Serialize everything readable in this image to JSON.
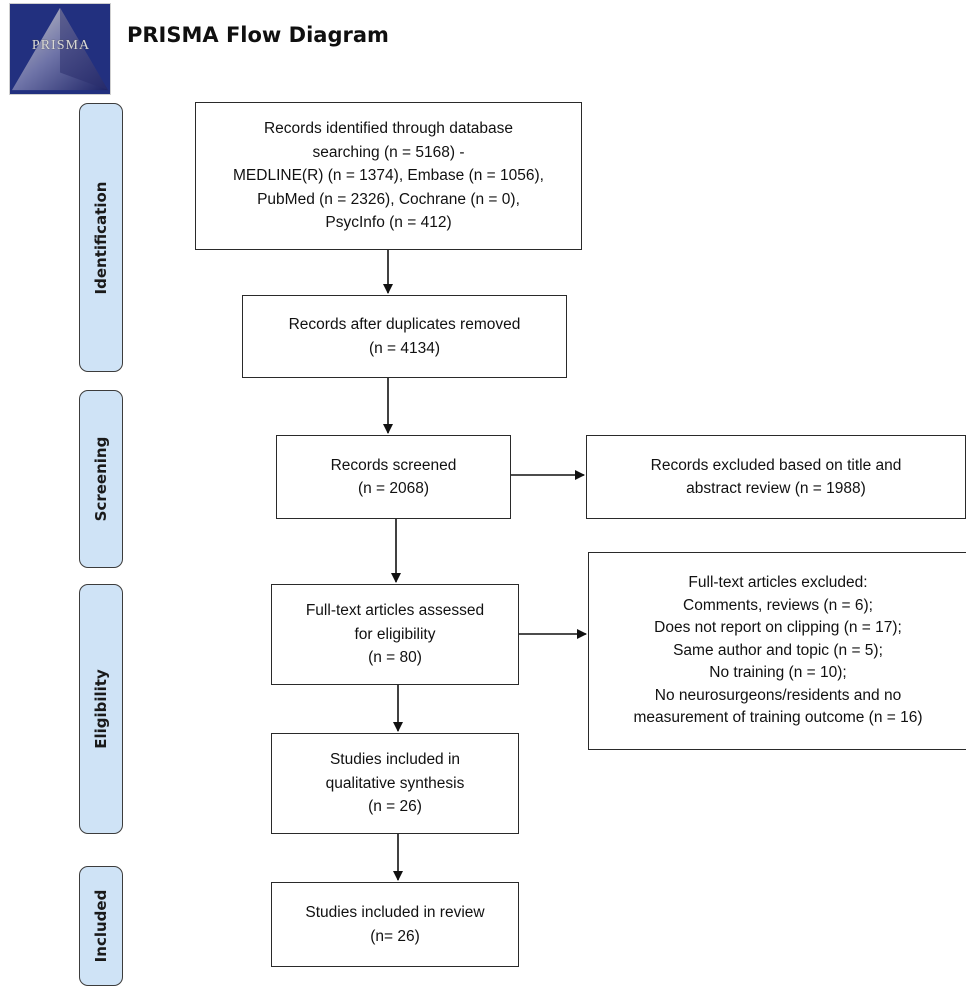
{
  "header": {
    "logo_text": "PRISMA",
    "title": "PRISMA Flow Diagram"
  },
  "stages": {
    "identification": "Identification",
    "screening": "Screening",
    "eligibility": "Eligibility",
    "included": "Included"
  },
  "boxes": {
    "identified": {
      "lines": [
        "Records identified through database",
        "searching (n = 5168) -",
        "MEDLINE(R) (n = 1374), Embase (n = 1056),",
        "PubMed (n = 2326), Cochrane (n = 0),",
        "PsycInfo (n = 412)"
      ]
    },
    "dedup": {
      "lines": [
        "Records after duplicates removed",
        "(n = 4134)"
      ]
    },
    "screened": {
      "lines": [
        "Records screened",
        "(n = 2068)"
      ]
    },
    "excluded_screen": {
      "lines": [
        "Records excluded based on title and",
        "abstract review (n = 1988)"
      ]
    },
    "fulltext": {
      "lines": [
        "Full-text articles assessed",
        "for eligibility",
        "(n = 80)"
      ]
    },
    "excluded_full": {
      "lines": [
        "Full-text articles excluded:",
        "Comments, reviews (n = 6);",
        "Does not report on clipping (n = 17);",
        "Same author and topic (n = 5);",
        "No training (n = 10);",
        "No neurosurgeons/residents and no",
        "measurement of training outcome (n = 16)"
      ]
    },
    "qualitative": {
      "lines": [
        "Studies included in",
        "qualitative synthesis",
        "(n = 26)"
      ]
    },
    "review": {
      "lines": [
        "Studies included in review",
        "(n= 26)"
      ]
    }
  },
  "colors": {
    "stage_fill": "#cfe3f6",
    "box_border": "#2a2a2a",
    "arrow": "#111111"
  }
}
